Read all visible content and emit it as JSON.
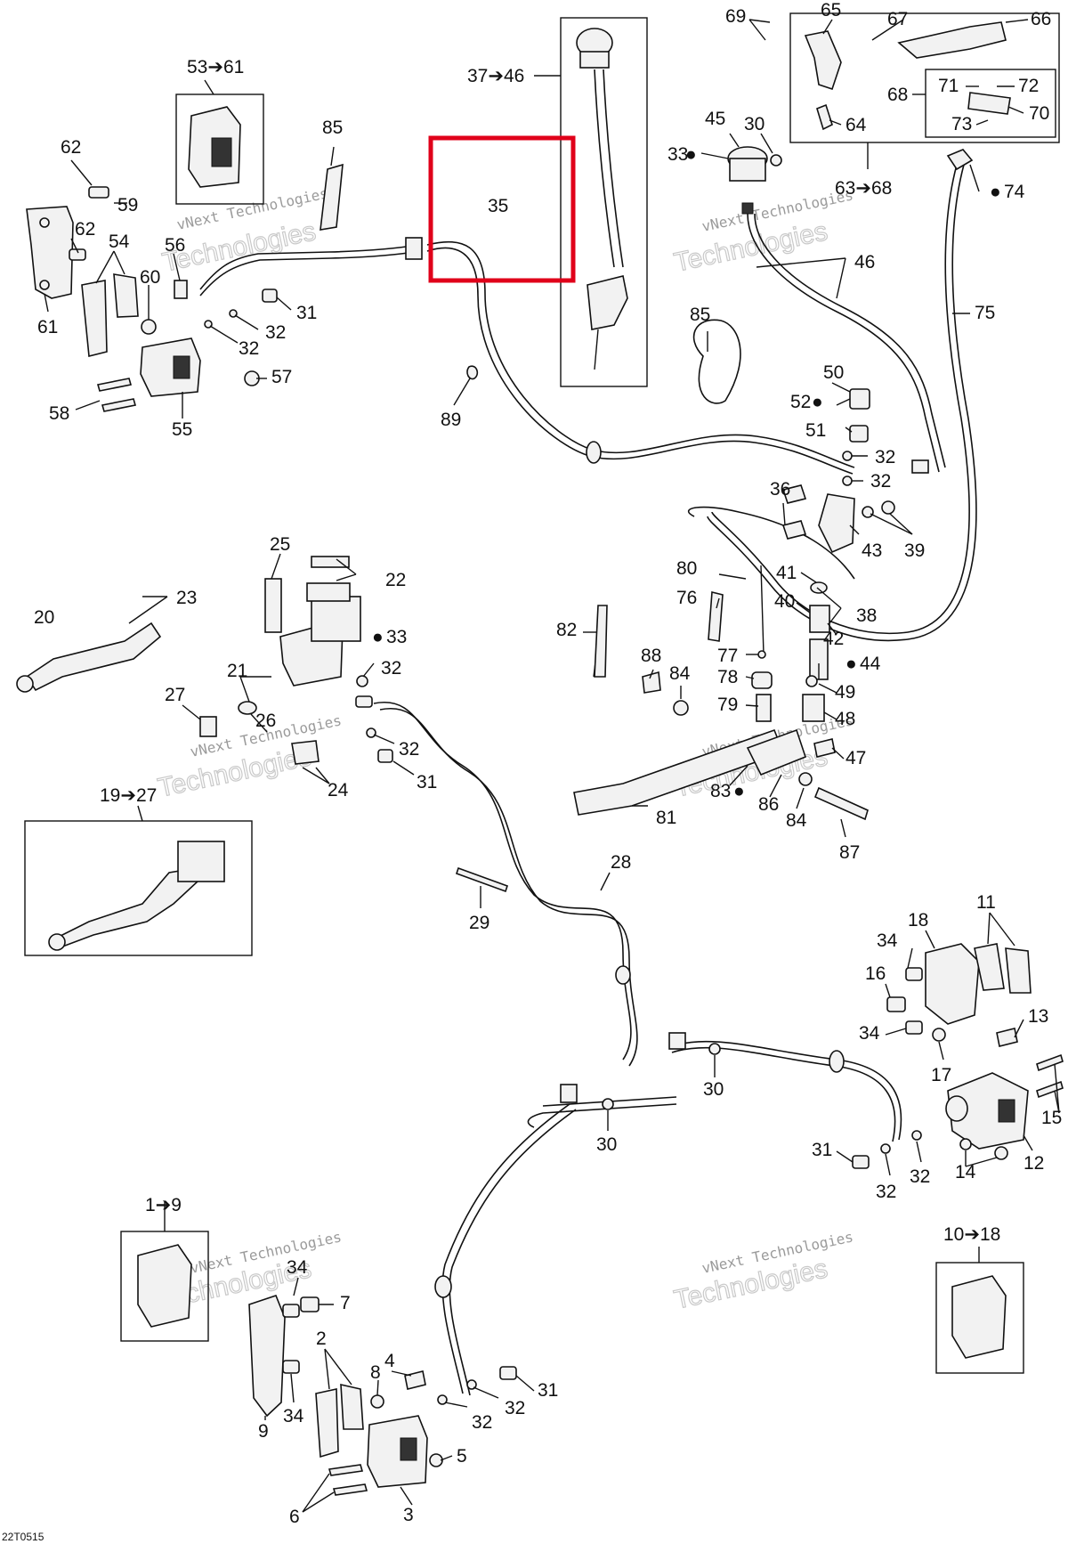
{
  "diagram": {
    "doc_ref": "22T0515",
    "watermark_line1": "vNext Technologies",
    "watermark_line2": "Technologies",
    "highlight_label": "35",
    "callouts": [
      {
        "id": "c1",
        "text": "53➔61"
      },
      {
        "id": "c2",
        "text": "62"
      },
      {
        "id": "c3",
        "text": "59"
      },
      {
        "id": "c4",
        "text": "62"
      },
      {
        "id": "c5",
        "text": "54"
      },
      {
        "id": "c6",
        "text": "56"
      },
      {
        "id": "c7",
        "text": "60"
      },
      {
        "id": "c8",
        "text": "61"
      },
      {
        "id": "c9",
        "text": "31"
      },
      {
        "id": "c10",
        "text": "32"
      },
      {
        "id": "c11",
        "text": "32"
      },
      {
        "id": "c12",
        "text": "57"
      },
      {
        "id": "c13",
        "text": "58"
      },
      {
        "id": "c14",
        "text": "55"
      },
      {
        "id": "c15",
        "text": "85"
      },
      {
        "id": "c16",
        "text": "35"
      },
      {
        "id": "c17",
        "text": "37➔46"
      },
      {
        "id": "c18",
        "text": "89"
      },
      {
        "id": "c19",
        "text": "69"
      },
      {
        "id": "c20",
        "text": "65"
      },
      {
        "id": "c21",
        "text": "67"
      },
      {
        "id": "c22",
        "text": "66"
      },
      {
        "id": "c23",
        "text": "71"
      },
      {
        "id": "c24",
        "text": "72"
      },
      {
        "id": "c25",
        "text": "68"
      },
      {
        "id": "c26",
        "text": "70"
      },
      {
        "id": "c27",
        "text": "73"
      },
      {
        "id": "c28",
        "text": "64"
      },
      {
        "id": "c29",
        "text": "45"
      },
      {
        "id": "c30",
        "text": "30"
      },
      {
        "id": "c31",
        "text": "33"
      },
      {
        "id": "c32",
        "text": "63➔68"
      },
      {
        "id": "c33",
        "text": "74"
      },
      {
        "id": "c34",
        "text": "46"
      },
      {
        "id": "c35",
        "text": "75"
      },
      {
        "id": "c36",
        "text": "85"
      },
      {
        "id": "c37",
        "text": "50"
      },
      {
        "id": "c38",
        "text": "52"
      },
      {
        "id": "c39",
        "text": "51"
      },
      {
        "id": "c40",
        "text": "32"
      },
      {
        "id": "c41",
        "text": "32"
      },
      {
        "id": "c42",
        "text": "36"
      },
      {
        "id": "c43",
        "text": "43"
      },
      {
        "id": "c44",
        "text": "39"
      },
      {
        "id": "c45",
        "text": "80"
      },
      {
        "id": "c46",
        "text": "41"
      },
      {
        "id": "c47",
        "text": "76"
      },
      {
        "id": "c48",
        "text": "40"
      },
      {
        "id": "c49",
        "text": "38"
      },
      {
        "id": "c50",
        "text": "42"
      },
      {
        "id": "c51",
        "text": "82"
      },
      {
        "id": "c52",
        "text": "88"
      },
      {
        "id": "c53",
        "text": "84"
      },
      {
        "id": "c54",
        "text": "77"
      },
      {
        "id": "c55",
        "text": "44"
      },
      {
        "id": "c56",
        "text": "78"
      },
      {
        "id": "c57",
        "text": "49"
      },
      {
        "id": "c58",
        "text": "79"
      },
      {
        "id": "c59",
        "text": "48"
      },
      {
        "id": "c60",
        "text": "47"
      },
      {
        "id": "c61",
        "text": "83"
      },
      {
        "id": "c62",
        "text": "86"
      },
      {
        "id": "c63",
        "text": "84"
      },
      {
        "id": "c64",
        "text": "81"
      },
      {
        "id": "c65",
        "text": "87"
      },
      {
        "id": "c66",
        "text": "25"
      },
      {
        "id": "c67",
        "text": "22"
      },
      {
        "id": "c68",
        "text": "23"
      },
      {
        "id": "c69",
        "text": "20"
      },
      {
        "id": "c70",
        "text": "33"
      },
      {
        "id": "c71",
        "text": "21"
      },
      {
        "id": "c72",
        "text": "32"
      },
      {
        "id": "c73",
        "text": "27"
      },
      {
        "id": "c74",
        "text": "26"
      },
      {
        "id": "c75",
        "text": "32"
      },
      {
        "id": "c76",
        "text": "31"
      },
      {
        "id": "c77",
        "text": "24"
      },
      {
        "id": "c78",
        "text": "19➔27"
      },
      {
        "id": "c79",
        "text": "28"
      },
      {
        "id": "c80",
        "text": "29"
      },
      {
        "id": "c81",
        "text": "11"
      },
      {
        "id": "c82",
        "text": "18"
      },
      {
        "id": "c83",
        "text": "34"
      },
      {
        "id": "c84",
        "text": "16"
      },
      {
        "id": "c85",
        "text": "13"
      },
      {
        "id": "c86",
        "text": "34"
      },
      {
        "id": "c87",
        "text": "17"
      },
      {
        "id": "c88",
        "text": "30"
      },
      {
        "id": "c89",
        "text": "30"
      },
      {
        "id": "c90",
        "text": "15"
      },
      {
        "id": "c91",
        "text": "31"
      },
      {
        "id": "c92",
        "text": "12"
      },
      {
        "id": "c93",
        "text": "14"
      },
      {
        "id": "c94",
        "text": "32"
      },
      {
        "id": "c95",
        "text": "32"
      },
      {
        "id": "c96",
        "text": "1➔9"
      },
      {
        "id": "c97",
        "text": "34"
      },
      {
        "id": "c98",
        "text": "7"
      },
      {
        "id": "c99",
        "text": "2"
      },
      {
        "id": "c100",
        "text": "4"
      },
      {
        "id": "c101",
        "text": "8"
      },
      {
        "id": "c102",
        "text": "31"
      },
      {
        "id": "c103",
        "text": "9"
      },
      {
        "id": "c104",
        "text": "34"
      },
      {
        "id": "c105",
        "text": "32"
      },
      {
        "id": "c106",
        "text": "32"
      },
      {
        "id": "c107",
        "text": "5"
      },
      {
        "id": "c108",
        "text": "6"
      },
      {
        "id": "c109",
        "text": "3"
      },
      {
        "id": "c110",
        "text": "10➔18"
      }
    ]
  }
}
